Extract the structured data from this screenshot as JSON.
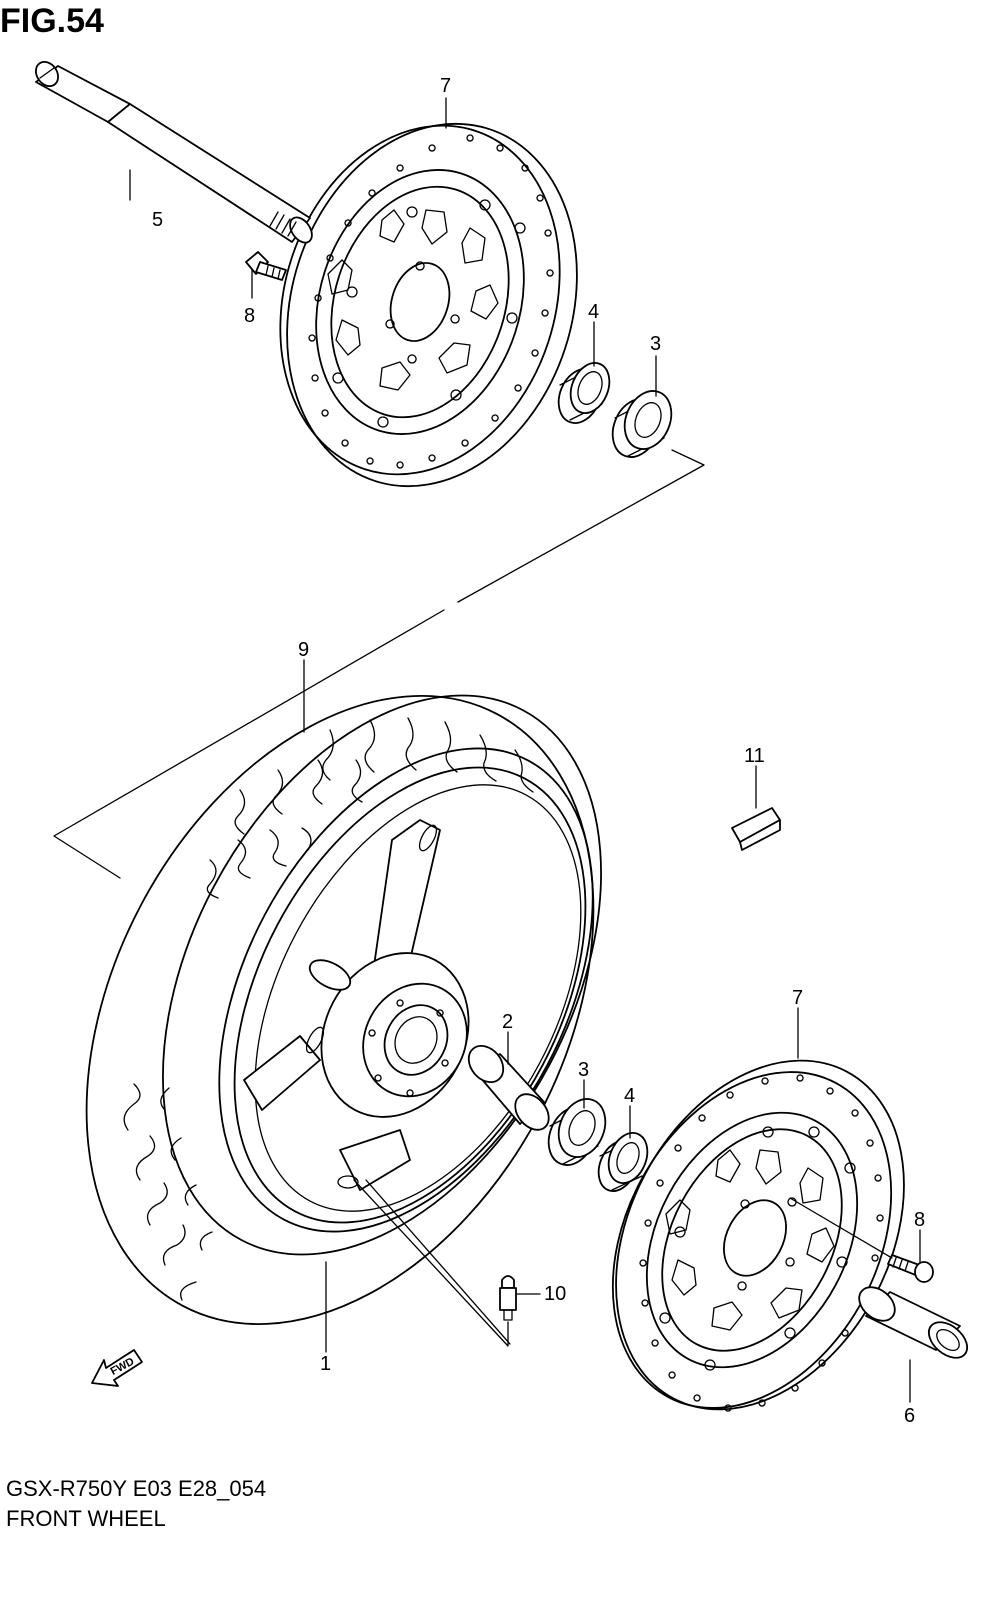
{
  "figure": {
    "title": "FIG.54",
    "model_code": "GSX-R750Y E03 E28_054",
    "section_name": "FRONT WHEEL",
    "fwd_label": "FWD"
  },
  "callouts": {
    "c1": "1",
    "c2": "2",
    "c3_upper": "3",
    "c3_lower": "3",
    "c4_upper": "4",
    "c4_lower": "4",
    "c5": "5",
    "c6": "6",
    "c7_upper": "7",
    "c7_lower": "7",
    "c8_upper": "8",
    "c8_lower": "8",
    "c9": "9",
    "c10": "10",
    "c11": "11"
  }
}
